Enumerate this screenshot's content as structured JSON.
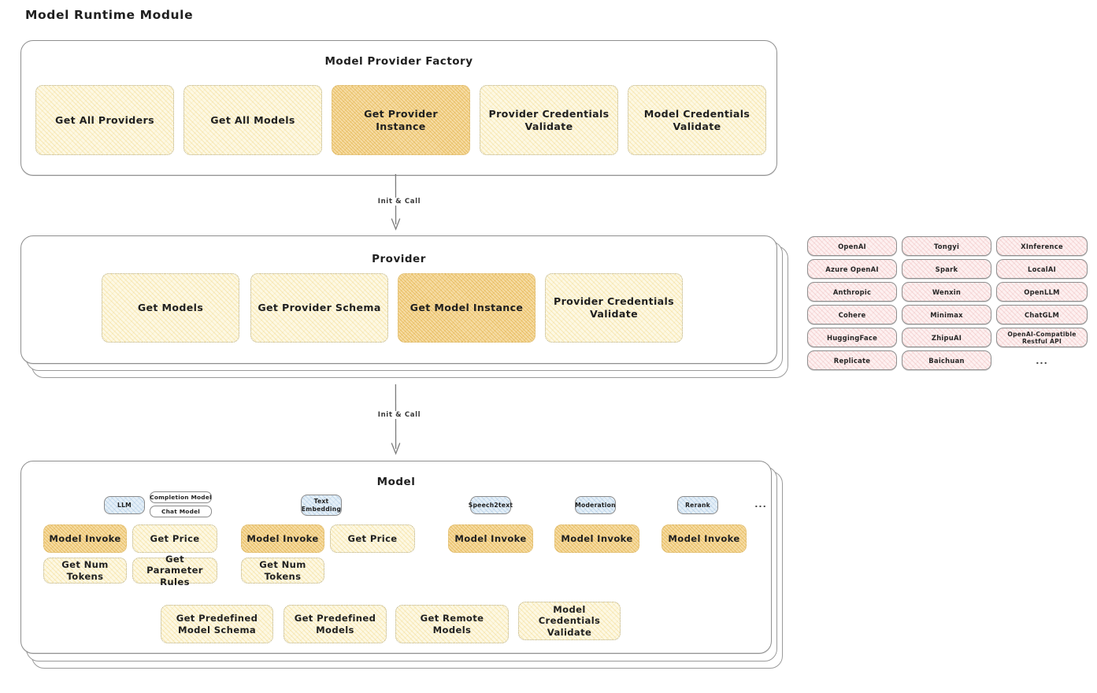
{
  "title": "Model Runtime Module",
  "colors": {
    "card_cream": "#fdf8e3",
    "card_amber": "#f6dca4",
    "chip_rose": "#fdf0f0",
    "chip_blue": "#e4eff8",
    "stroke": "#8f8f8f",
    "text": "#1f1f1f"
  },
  "factory": {
    "title": "Model Provider Factory",
    "cards": [
      {
        "label": "Get All Providers",
        "highlight": false
      },
      {
        "label": "Get All Models",
        "highlight": false
      },
      {
        "label": "Get Provider Instance",
        "highlight": true
      },
      {
        "label": "Provider Credentials Validate",
        "highlight": false
      },
      {
        "label": "Model Credentials Validate",
        "highlight": false
      }
    ]
  },
  "arrow1": {
    "label": "Init & Call"
  },
  "provider": {
    "title": "Provider",
    "cards": [
      {
        "label": "Get Models",
        "highlight": false
      },
      {
        "label": "Get Provider Schema",
        "highlight": false
      },
      {
        "label": "Get Model Instance",
        "highlight": true
      },
      {
        "label": "Provider Credentials Validate",
        "highlight": false
      }
    ]
  },
  "provider_list": {
    "columns": [
      {
        "items": [
          "OpenAI",
          "Azure OpenAI",
          "Anthropic",
          "Cohere",
          "HuggingFace",
          "Replicate"
        ]
      },
      {
        "items": [
          "Tongyi",
          "Spark",
          "Wenxin",
          "Minimax",
          "ZhipuAI",
          "Baichuan"
        ]
      },
      {
        "items": [
          "XInference",
          "LocalAI",
          "OpenLLM",
          "ChatGLM",
          "OpenAI-Compatible Restful API"
        ]
      }
    ],
    "more": "..."
  },
  "arrow2": {
    "label": "Init & Call"
  },
  "model": {
    "title": "Model",
    "more": "...",
    "types": [
      {
        "name": "LLM",
        "sub_chips": [
          "Completion Model",
          "Chat Model"
        ],
        "cards": [
          {
            "label": "Model Invoke",
            "highlight": true
          },
          {
            "label": "Get Price",
            "highlight": false
          },
          {
            "label": "Get Num Tokens",
            "highlight": false
          },
          {
            "label": "Get Parameter Rules",
            "highlight": false
          }
        ]
      },
      {
        "name": "Text Embedding",
        "sub_chips": [],
        "cards": [
          {
            "label": "Model Invoke",
            "highlight": true
          },
          {
            "label": "Get Price",
            "highlight": false
          },
          {
            "label": "Get Num Tokens",
            "highlight": false
          }
        ]
      },
      {
        "name": "Speech2text",
        "sub_chips": [],
        "cards": [
          {
            "label": "Model Invoke",
            "highlight": true
          }
        ]
      },
      {
        "name": "Moderation",
        "sub_chips": [],
        "cards": [
          {
            "label": "Model Invoke",
            "highlight": true
          }
        ]
      },
      {
        "name": "Rerank",
        "sub_chips": [],
        "cards": [
          {
            "label": "Model Invoke",
            "highlight": true
          }
        ]
      }
    ],
    "common_cards": [
      "Get Predefined Model Schema",
      "Get Predefined Models",
      "Get Remote Models",
      "Model Credentials Validate"
    ]
  }
}
